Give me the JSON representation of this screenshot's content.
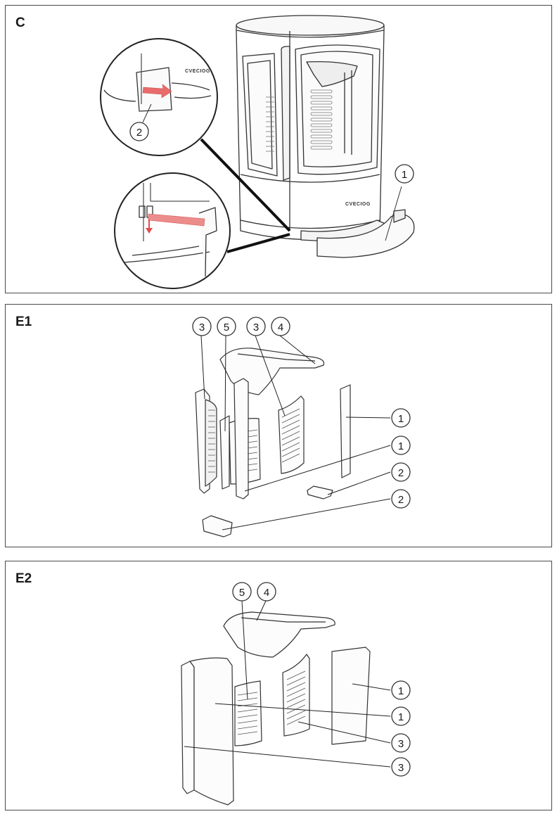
{
  "panels": [
    {
      "label": "C"
    },
    {
      "label": "E1"
    },
    {
      "label": "E2"
    }
  ],
  "stove_logo": "CVECIOG",
  "callouts": {
    "c_main_1": "1",
    "c_detail_2": "2",
    "e1_top_3a": "3",
    "e1_top_5": "5",
    "e1_top_3b": "3",
    "e1_top_4": "4",
    "e1_right_1a": "1",
    "e1_right_1b": "1",
    "e1_right_2a": "2",
    "e1_right_2b": "2",
    "e2_top_5": "5",
    "e2_top_4": "4",
    "e2_right_1a": "1",
    "e2_right_1b": "1",
    "e2_right_3a": "3",
    "e2_right_3b": "3"
  }
}
